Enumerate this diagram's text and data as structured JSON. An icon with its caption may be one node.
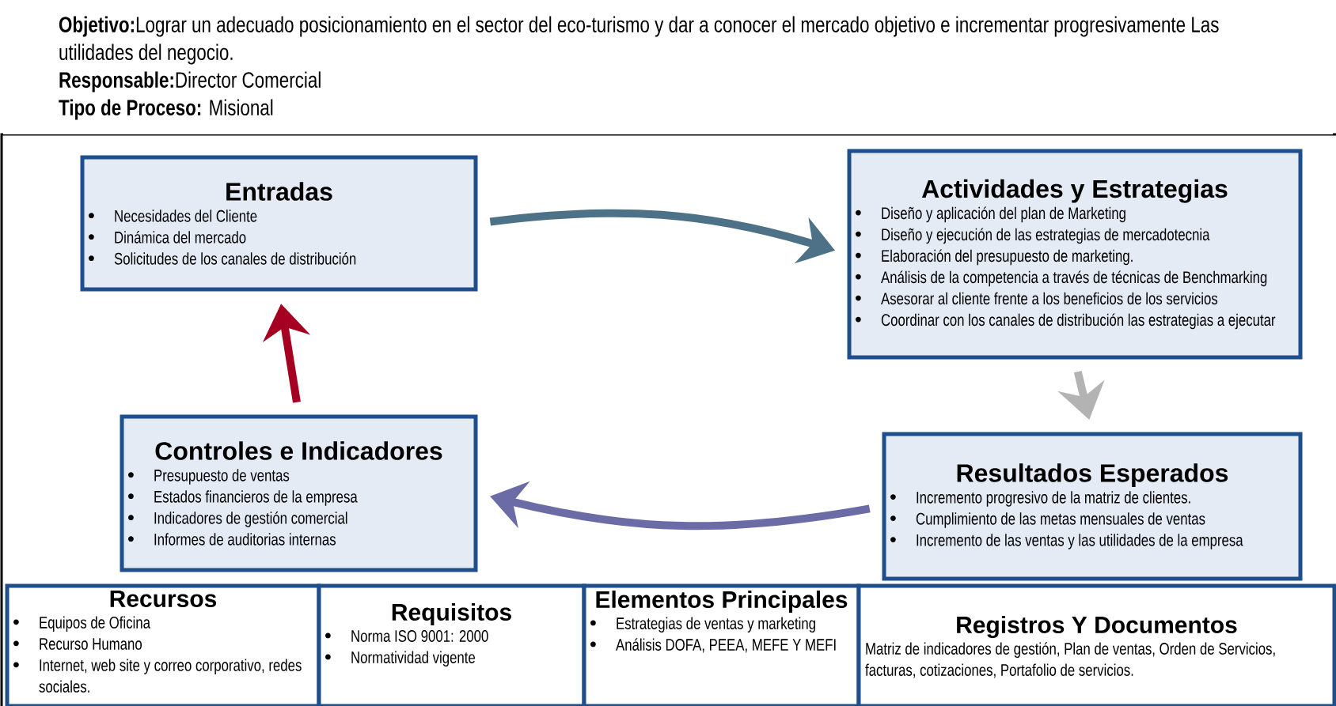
{
  "diagram": {
    "nodes": [
      {
        "text": [
          "**Objetivo:**Lograr un adecuado posicionamiento en el sector del eco-turismo y dar a conocer el mercado objetivo e incrementar progresivamente Las utilidades del negocio.",
          "**Responsable:**Director Comercial",
          "**Tipo de Proceso:** Misional"
        ]
      },
      {
        "text": [
          "Entradas",
          "Necesidades del Cliente",
          "Dinámica del mercado",
          "Solicitudes de los canales de distribución"
        ]
      },
      {
        "text": [
          "Actividades y Estrategias",
          "Diseño y aplicación del plan de Marketing",
          "Diseño y ejecución de las estrategias de mercadotecnia",
          "Elaboración del presupuesto de marketing.",
          "Análisis de la competencia a través de técnicas de Benchmarking",
          "Asesorar al cliente frente a los beneficios de los servicios",
          "Coordinar con los canales de distribución las estrategias a ejecutar"
        ]
      },
      {
        "text": [
          "Resultados Esperados",
          "Incremento progresivo de la matriz de clientes.",
          "Cumplimiento de las metas mensuales de ventas",
          "Incremento de las ventas y las utilidades de la empresa"
        ]
      },
      {
        "text": [
          "Controles e Indicadores",
          "Presupuesto de ventas",
          "Estados financieros de la empresa",
          "Indicadores de gestión comercial",
          "Informes de auditorias internas"
        ]
      },
      {
        "text": [
          "Recursos",
          "Equipos de Oficina",
          "Recurso Humano",
          "Internet, web site y correo corporativo, redes sociales."
        ]
      },
      {
        "text": [
          "Requisitos",
          "Norma ISO 9001: 2000",
          "Normatividad vigente"
        ]
      },
      {
        "text": [
          "Elementos Principales",
          "Estrategias de ventas y marketing",
          "Análisis DOFA, PEEA, MEFE Y MEFI"
        ]
      },
      {
        "text": [
          "Registros Y Documentos",
          "Matriz de indicadores de gestión, Plan de ventas, Orden de Servicios, facturas, cotizaciones, Portafolio de servicios."
        ]
      }
    ],
    "edges": [
      {
        "from": 1,
        "to": 2,
        "arrow": "to",
        "color": "#4d7186"
      },
      {
        "from": 2,
        "to": 3,
        "arrow": "to",
        "color": "#b3b3b3"
      },
      {
        "from": 3,
        "to": 4,
        "arrow": "to",
        "color": "#6b6ba5"
      },
      {
        "from": 4,
        "to": 1,
        "arrow": "to",
        "color": "#a50021"
      }
    ]
  }
}
